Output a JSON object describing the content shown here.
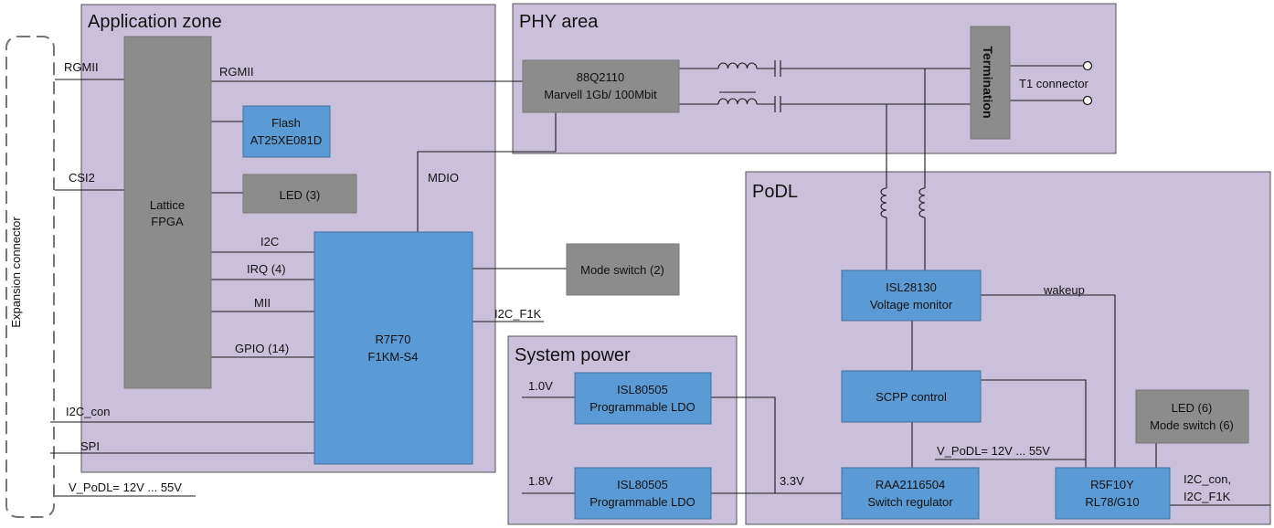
{
  "expansion_connector": {
    "label": "Expansion connector"
  },
  "zones": {
    "application": "Application zone",
    "phy": "PHY area",
    "podl": "PoDL",
    "power": "System power"
  },
  "blocks": {
    "fpga": [
      "Lattice",
      "FPGA"
    ],
    "flash": [
      "Flash",
      "AT25XE081D"
    ],
    "led3": [
      "LED (3)"
    ],
    "mcu": [
      "R7F70",
      "F1KM-S4"
    ],
    "phy_chip": [
      "88Q2110",
      "Marvell 1Gb/ 100Mbit"
    ],
    "termination": [
      "Termination"
    ],
    "mode_switch": [
      "Mode switch (2)"
    ],
    "voltage_monitor": [
      "ISL28130",
      "Voltage monitor"
    ],
    "scpp": [
      "SCPP control"
    ],
    "switch_reg": [
      "RAA2116504",
      "Switch regulator"
    ],
    "mcu2": [
      "R5F10Y",
      "RL78/G10"
    ],
    "led6": [
      "LED (6)",
      "Mode switch (6)"
    ],
    "ldo1": [
      "ISL80505",
      "Programmable LDO"
    ],
    "ldo2": [
      "ISL80505",
      "Programmable LDO"
    ]
  },
  "signals": {
    "rgmii_left": "RGMII",
    "rgmii_right": "RGMII",
    "csi2": "CSI2",
    "i2c": "I2C",
    "irq": "IRQ (4)",
    "mii": "MII",
    "gpio": "GPIO (14)",
    "mdio": "MDIO",
    "i2c_f1k": "I2C_F1K",
    "i2c_con": "I2C_con",
    "spi": "SPI",
    "vpodl_left": "V_PoDL= 12V ... 55V",
    "vpodl_right": "V_PoDL= 12V ... 55V",
    "t1_connector": "T1 connector",
    "wakeup": "wakeup",
    "v10": "1.0V",
    "v18": "1.8V",
    "v33": "3.3V",
    "i2c_con_f1k": [
      "I2C_con,",
      "I2C_F1K"
    ]
  }
}
